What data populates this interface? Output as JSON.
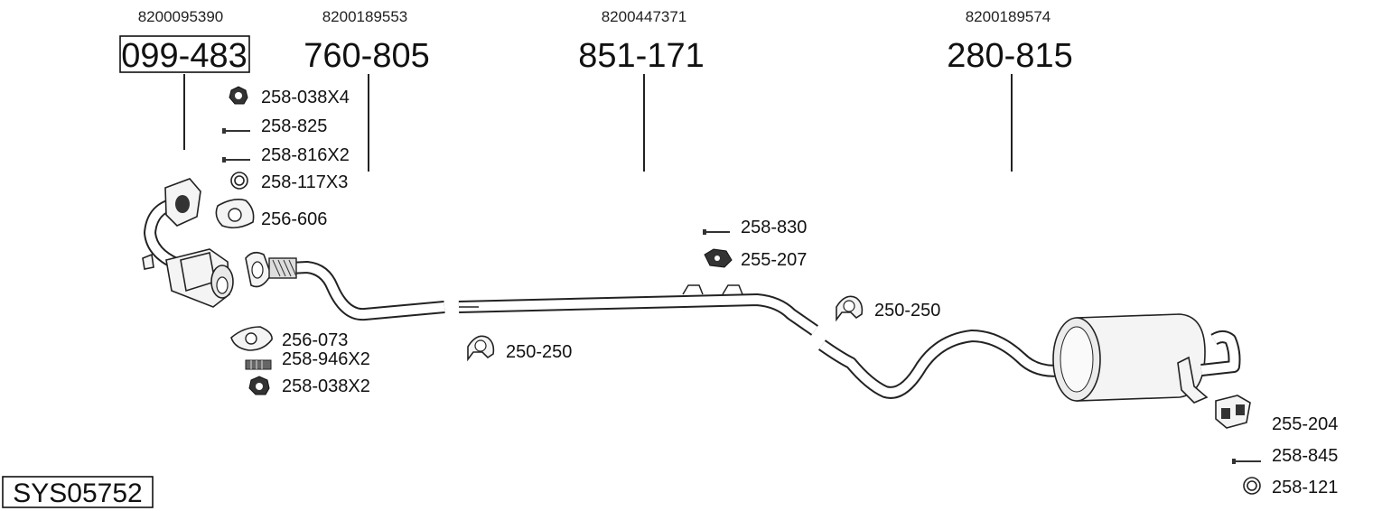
{
  "parts": [
    {
      "oem": "8200095390",
      "number": "099-483",
      "boxed": true
    },
    {
      "oem": "8200189553",
      "number": "760-805",
      "boxed": false
    },
    {
      "oem": "8200447371",
      "number": "851-171",
      "boxed": false
    },
    {
      "oem": "8200189574",
      "number": "280-815",
      "boxed": false
    }
  ],
  "hardware": {
    "h1": "258-038X4",
    "h2": "258-825",
    "h3": "258-816X2",
    "h4": "258-117X3",
    "h5": "256-606",
    "h6": "256-073",
    "h7": "258-946X2",
    "h8": "258-038X2",
    "h9": "250-250",
    "h10": "258-830",
    "h11": "255-207",
    "h12": "250-250",
    "h13": "255-204",
    "h14": "258-845",
    "h15": "258-121"
  },
  "system": {
    "code": "SYS05752"
  },
  "icons": [
    "nut-icon",
    "bolt-icon",
    "washer-ring-icon",
    "gasket-icon",
    "clamp-icon",
    "rubber-mount-icon",
    "hanger-bracket-icon"
  ]
}
